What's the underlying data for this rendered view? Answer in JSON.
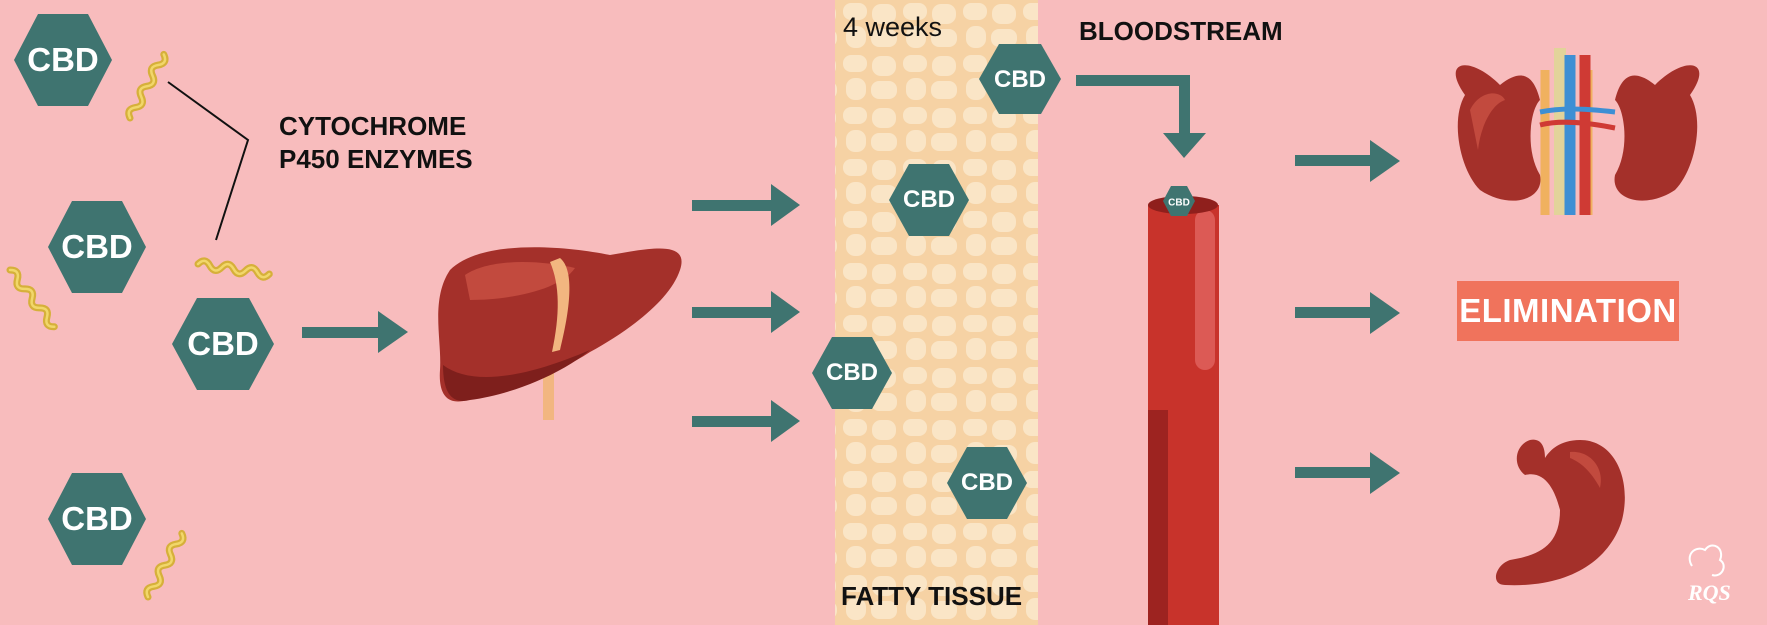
{
  "labels": {
    "duration": "4 weeks",
    "bloodstream": "BLOODSTREAM",
    "enzymes_line1": "CYTOCHROME",
    "enzymes_line2": "P450 ENZYMES",
    "fatty_tissue": "FATTY TISSUE",
    "elimination": "ELIMINATION",
    "brand_mark": "RQS"
  },
  "molecules": [
    {
      "label": "CBD"
    },
    {
      "label": "CBD"
    },
    {
      "label": "CBD"
    },
    {
      "label": "CBD"
    },
    {
      "label": "CBD"
    },
    {
      "label": "CBD"
    },
    {
      "label": "CBD"
    },
    {
      "label": "CBD"
    },
    {
      "label": "CBD"
    }
  ],
  "organs": [
    "liver",
    "blood-vessel",
    "kidneys",
    "stomach"
  ],
  "colors": {
    "background": "#f8bcbd",
    "hexagon": "#3f7470",
    "arrow": "#3f7470",
    "fat_band": "#f6d7ad",
    "elimination_box": "#f0735c",
    "vessel": "#c8332b",
    "enzyme": "#d9b43a"
  }
}
